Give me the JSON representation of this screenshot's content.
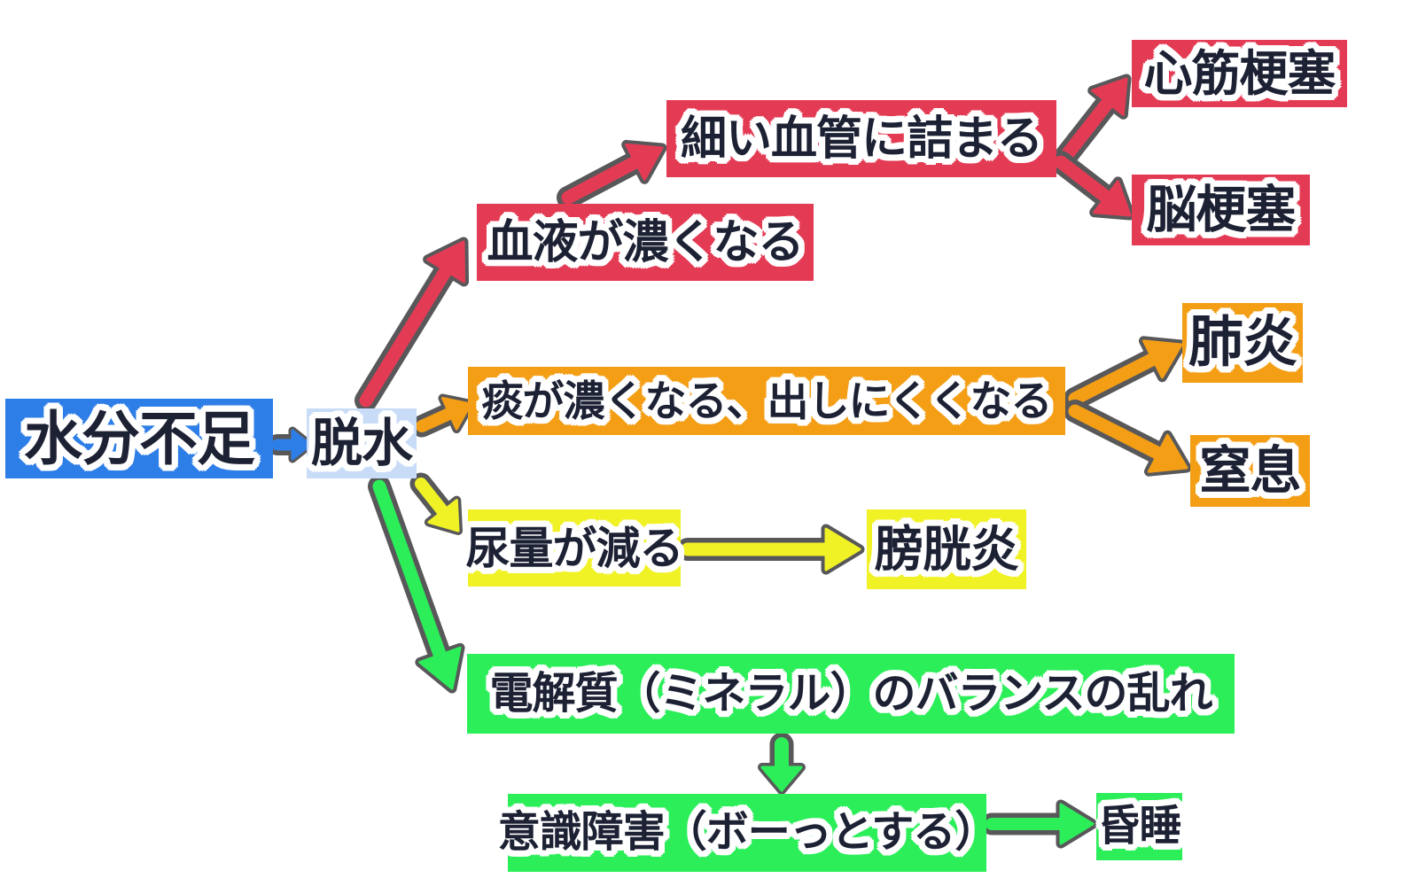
{
  "diagram": {
    "nodes": {
      "insufficient_water": {
        "label": "水分不足",
        "color": "blue"
      },
      "dehydration": {
        "label": "脱水",
        "color": "light_blue"
      },
      "blood_thickens": {
        "label": "血液が濃くなる",
        "color": "red"
      },
      "clogs_small_vessels": {
        "label": "細い血管に詰まる",
        "color": "red"
      },
      "myocardial_infarction": {
        "label": "心筋梗塞",
        "color": "red"
      },
      "cerebral_infarction": {
        "label": "脳梗塞",
        "color": "red"
      },
      "phlegm_thickens": {
        "label": "痰が濃くなる、出しにくくなる",
        "color": "orange"
      },
      "pneumonia": {
        "label": "肺炎",
        "color": "orange"
      },
      "choking": {
        "label": "窒息",
        "color": "orange"
      },
      "urine_decreases": {
        "label": "尿量が減る",
        "color": "yellow"
      },
      "cystitis": {
        "label": "膀胱炎",
        "color": "yellow"
      },
      "electrolyte_imbalance": {
        "label": "電解質（ミネラル）のバランスの乱れ",
        "color": "green"
      },
      "impaired_consciousness": {
        "label": "意識障害（ボーっとする）",
        "color": "green"
      },
      "coma": {
        "label": "昏睡",
        "color": "green"
      }
    },
    "edges": [
      {
        "from": "insufficient_water",
        "to": "dehydration",
        "color": "blue"
      },
      {
        "from": "dehydration",
        "to": "blood_thickens",
        "color": "red"
      },
      {
        "from": "blood_thickens",
        "to": "clogs_small_vessels",
        "color": "red"
      },
      {
        "from": "clogs_small_vessels",
        "to": "myocardial_infarction",
        "color": "red"
      },
      {
        "from": "clogs_small_vessels",
        "to": "cerebral_infarction",
        "color": "red"
      },
      {
        "from": "dehydration",
        "to": "phlegm_thickens",
        "color": "orange"
      },
      {
        "from": "phlegm_thickens",
        "to": "pneumonia",
        "color": "orange"
      },
      {
        "from": "phlegm_thickens",
        "to": "choking",
        "color": "orange"
      },
      {
        "from": "dehydration",
        "to": "urine_decreases",
        "color": "yellow"
      },
      {
        "from": "urine_decreases",
        "to": "cystitis",
        "color": "yellow"
      },
      {
        "from": "dehydration",
        "to": "electrolyte_imbalance",
        "color": "green"
      },
      {
        "from": "electrolyte_imbalance",
        "to": "impaired_consciousness",
        "color": "green"
      },
      {
        "from": "impaired_consciousness",
        "to": "coma",
        "color": "green"
      }
    ],
    "colors": {
      "blue": "#2e7ee7",
      "light_blue": "#c8dcf7",
      "red": "#e43b54",
      "orange": "#f49e16",
      "yellow": "#f0f226",
      "green": "#2bee59",
      "arrow_outline_gray": "#58585a",
      "text_ink": "#1d2134",
      "background": "#ffffff"
    }
  }
}
